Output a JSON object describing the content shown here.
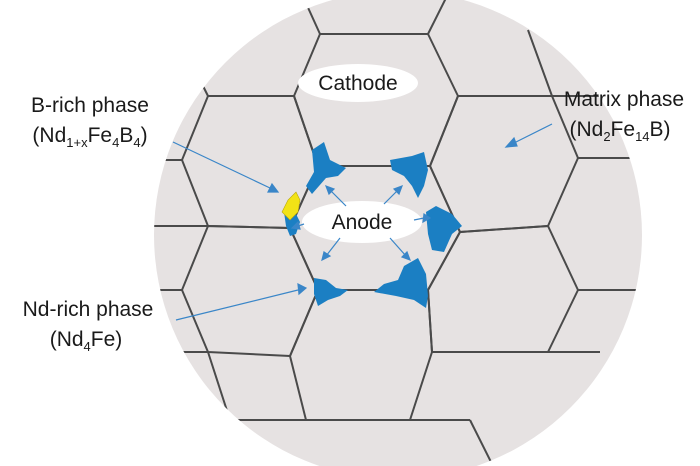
{
  "colors": {
    "background": "#ffffff",
    "disk": "#e6e2e2",
    "grain_boundary": "#4a4a4a",
    "nd_rich": "#1b7fc3",
    "b_rich": "#f2e316",
    "electrode": "#ffffff",
    "arrow": "#3a86c8"
  },
  "electrodes": {
    "cathode": "Cathode",
    "anode": "Anode"
  },
  "labels": {
    "b_rich": {
      "line1": "B-rich phase",
      "formula": {
        "open": "(Nd",
        "sub1": "1+x",
        "mid1": "Fe",
        "sub2": "4",
        "mid2": "B",
        "sub3": "4",
        "close": ")"
      }
    },
    "matrix": {
      "line1": "Matrix phase",
      "formula": {
        "open": "(Nd",
        "sub1": "2",
        "mid1": "Fe",
        "sub2": "14",
        "close": "B)"
      }
    },
    "nd_rich": {
      "line1": "Nd-rich phase",
      "formula": {
        "open": "(Nd",
        "sub1": "4",
        "close": "Fe)"
      }
    }
  }
}
